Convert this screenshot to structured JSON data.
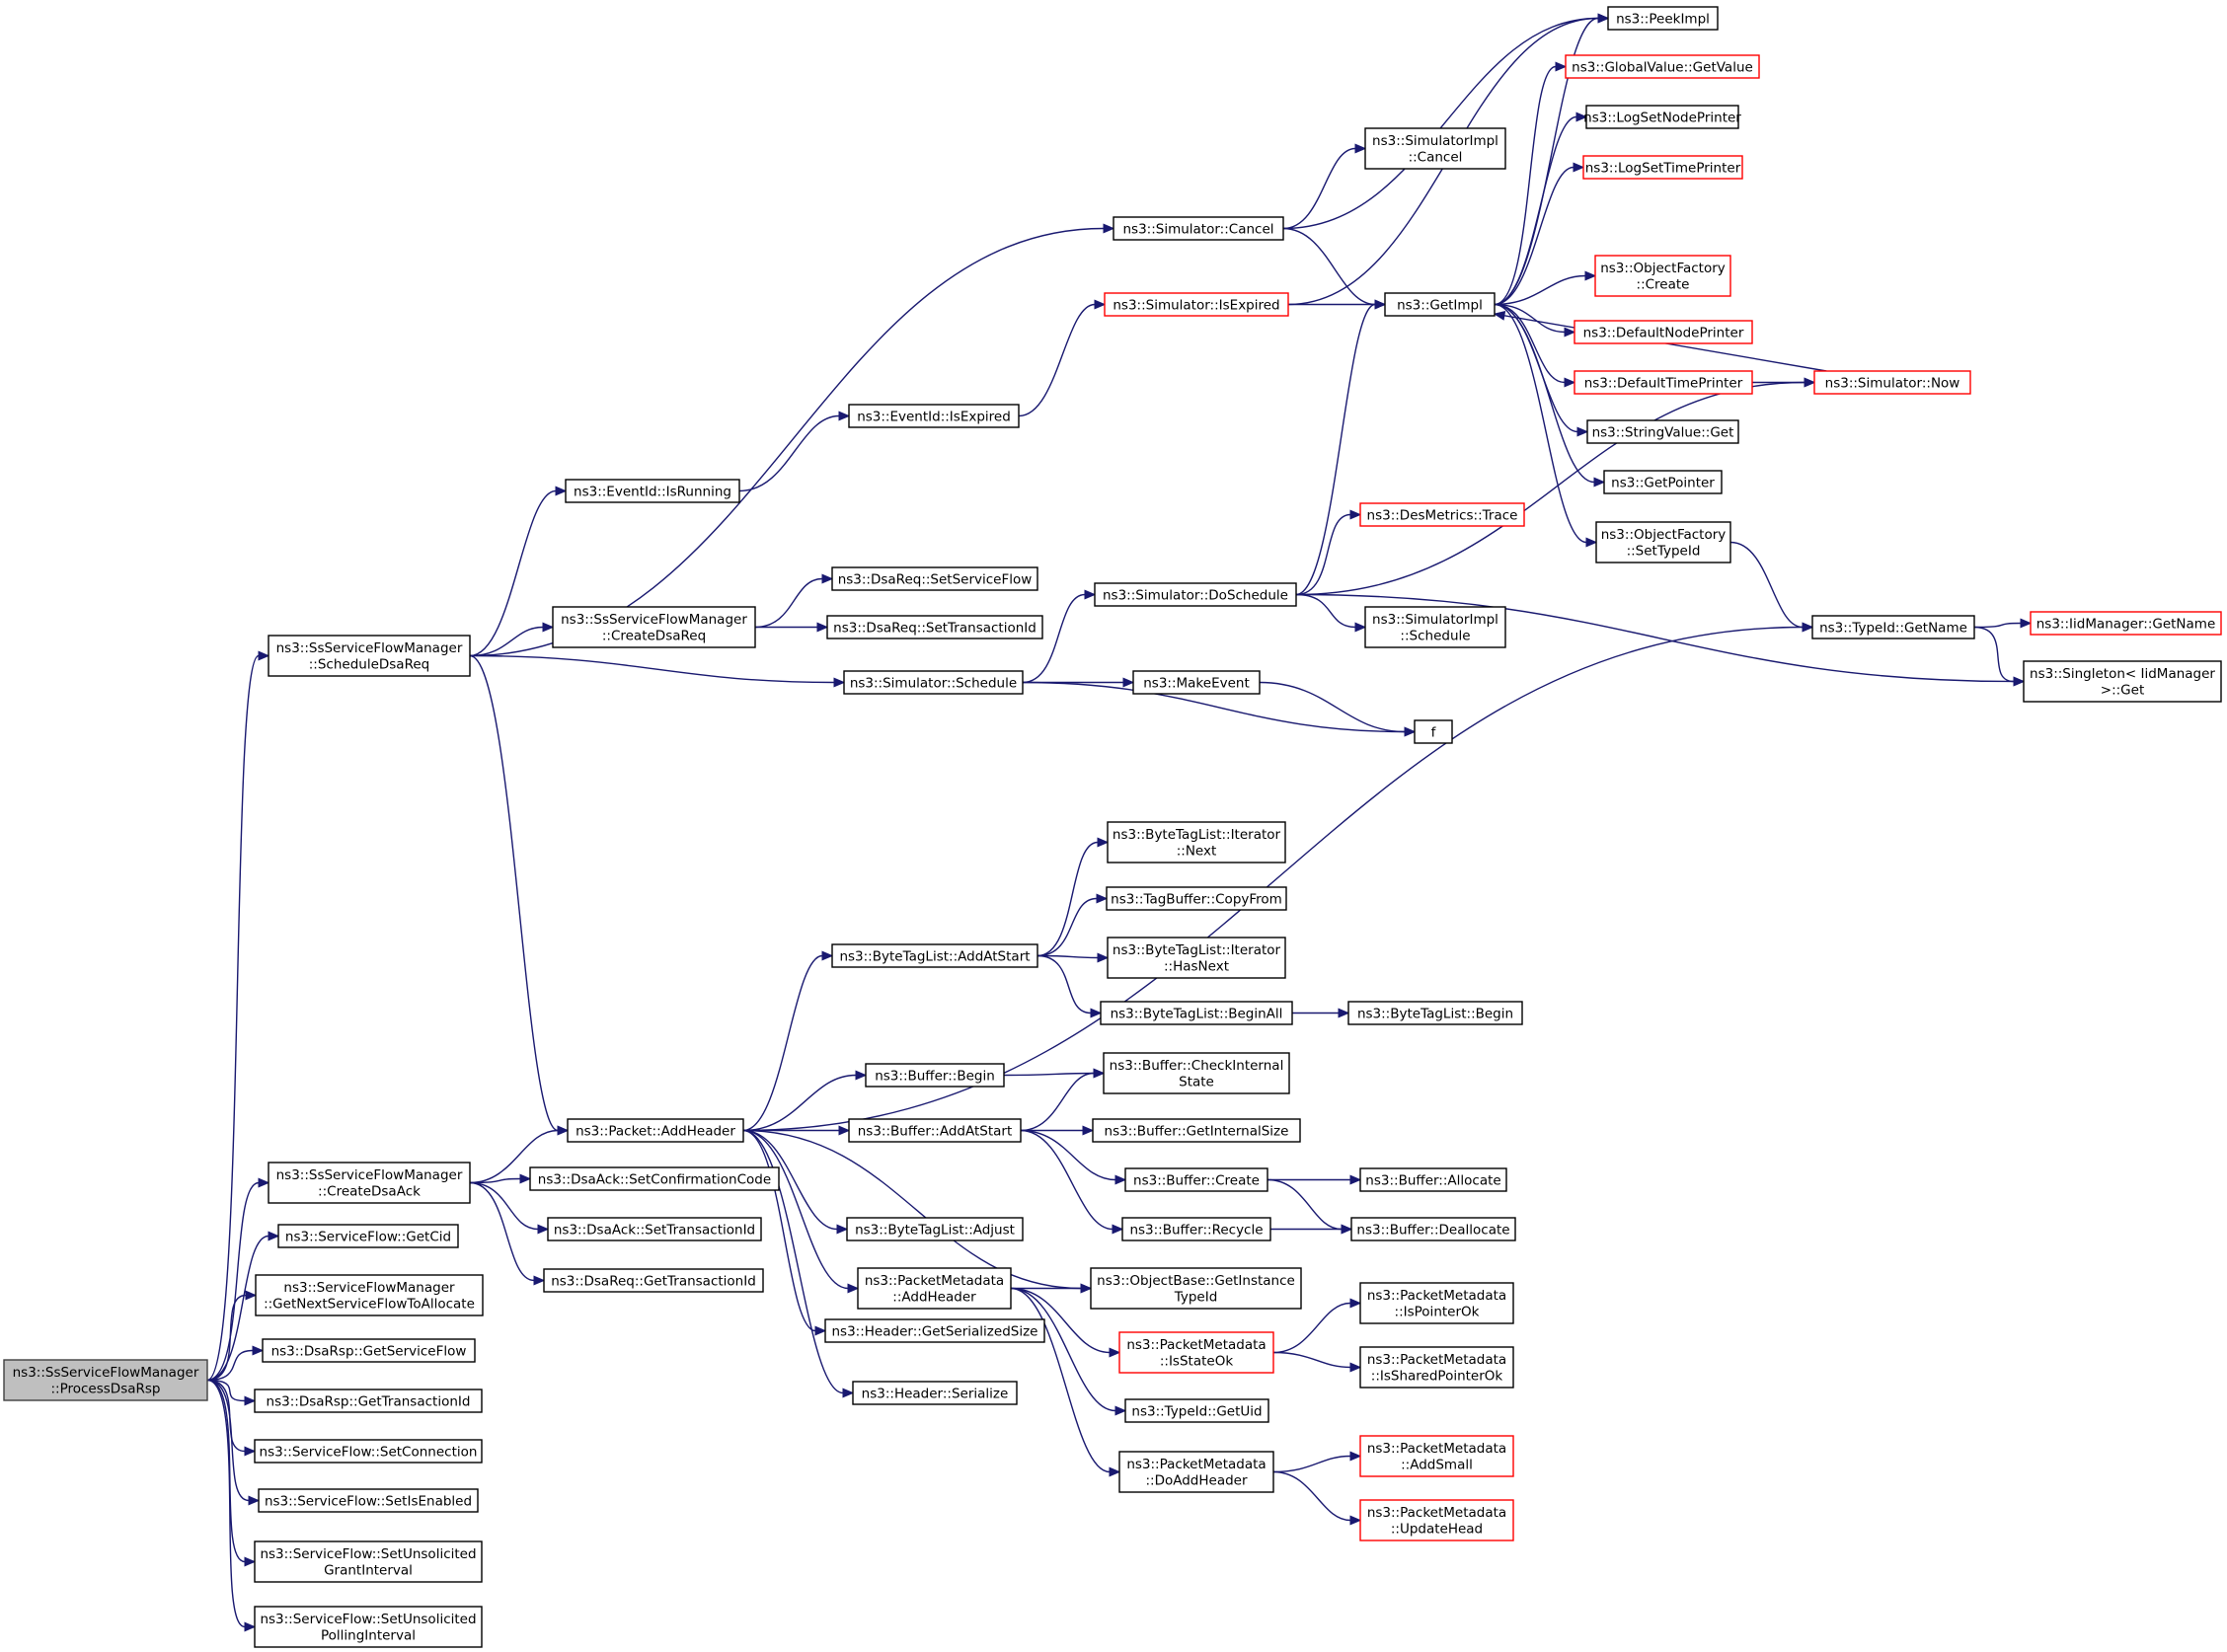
{
  "nodes": [
    {
      "id": "root",
      "lines": [
        "ns3::SsServiceFlowManager",
        "::ProcessDsaRsp"
      ],
      "style": "root"
    },
    {
      "id": "scheduleDsaReq",
      "lines": [
        "ns3::SsServiceFlowManager",
        "::ScheduleDsaReq"
      ],
      "style": "normal"
    },
    {
      "id": "createDsaAck",
      "lines": [
        "ns3::SsServiceFlowManager",
        "::CreateDsaAck"
      ],
      "style": "normal"
    },
    {
      "id": "sfGetCid",
      "lines": [
        "ns3::ServiceFlow::GetCid"
      ],
      "style": "normal"
    },
    {
      "id": "sfmGetNext",
      "lines": [
        "ns3::ServiceFlowManager",
        "::GetNextServiceFlowToAllocate"
      ],
      "style": "normal"
    },
    {
      "id": "dsaRspGetSF",
      "lines": [
        "ns3::DsaRsp::GetServiceFlow"
      ],
      "style": "normal"
    },
    {
      "id": "dsaRspGetTID",
      "lines": [
        "ns3::DsaRsp::GetTransactionId"
      ],
      "style": "normal"
    },
    {
      "id": "sfSetConn",
      "lines": [
        "ns3::ServiceFlow::SetConnection"
      ],
      "style": "normal"
    },
    {
      "id": "sfSetEnabled",
      "lines": [
        "ns3::ServiceFlow::SetIsEnabled"
      ],
      "style": "normal"
    },
    {
      "id": "sfSetUGI",
      "lines": [
        "ns3::ServiceFlow::SetUnsolicited",
        "GrantInterval"
      ],
      "style": "normal"
    },
    {
      "id": "sfSetUPI",
      "lines": [
        "ns3::ServiceFlow::SetUnsolicited",
        "PollingInterval"
      ],
      "style": "normal"
    },
    {
      "id": "simCancel",
      "lines": [
        "ns3::Simulator::Cancel"
      ],
      "style": "normal"
    },
    {
      "id": "eidIsRunning",
      "lines": [
        "ns3::EventId::IsRunning"
      ],
      "style": "normal"
    },
    {
      "id": "createDsaReq",
      "lines": [
        "ns3::SsServiceFlowManager",
        "::CreateDsaReq"
      ],
      "style": "normal"
    },
    {
      "id": "simSchedule",
      "lines": [
        "ns3::Simulator::Schedule"
      ],
      "style": "normal"
    },
    {
      "id": "pktAddHeader",
      "lines": [
        "ns3::Packet::AddHeader"
      ],
      "style": "normal"
    },
    {
      "id": "dsaAckSetConf",
      "lines": [
        "ns3::DsaAck::SetConfirmationCode"
      ],
      "style": "normal"
    },
    {
      "id": "dsaAckSetTID",
      "lines": [
        "ns3::DsaAck::SetTransactionId"
      ],
      "style": "normal"
    },
    {
      "id": "dsaReqGetTID",
      "lines": [
        "ns3::DsaReq::GetTransactionId"
      ],
      "style": "normal"
    },
    {
      "id": "simImplCancel",
      "lines": [
        "ns3::SimulatorImpl",
        "::Cancel"
      ],
      "style": "normal"
    },
    {
      "id": "peekImpl",
      "lines": [
        "ns3::PeekImpl"
      ],
      "style": "normal"
    },
    {
      "id": "getImpl",
      "lines": [
        "ns3::GetImpl"
      ],
      "style": "normal"
    },
    {
      "id": "simIsExpired",
      "lines": [
        "ns3::Simulator::IsExpired"
      ],
      "style": "red"
    },
    {
      "id": "eidIsExpired",
      "lines": [
        "ns3::EventId::IsExpired"
      ],
      "style": "normal"
    },
    {
      "id": "dsaReqSetSF",
      "lines": [
        "ns3::DsaReq::SetServiceFlow"
      ],
      "style": "normal"
    },
    {
      "id": "dsaReqSetTID",
      "lines": [
        "ns3::DsaReq::SetTransactionId"
      ],
      "style": "normal"
    },
    {
      "id": "simDoSchedule",
      "lines": [
        "ns3::Simulator::DoSchedule"
      ],
      "style": "normal"
    },
    {
      "id": "makeEvent",
      "lines": [
        "ns3::MakeEvent"
      ],
      "style": "normal"
    },
    {
      "id": "f",
      "lines": [
        "f"
      ],
      "style": "normal"
    },
    {
      "id": "gvGetValue",
      "lines": [
        "ns3::GlobalValue::GetValue"
      ],
      "style": "red"
    },
    {
      "id": "logSetNode",
      "lines": [
        "ns3::LogSetNodePrinter"
      ],
      "style": "normal"
    },
    {
      "id": "logSetTime",
      "lines": [
        "ns3::LogSetTimePrinter"
      ],
      "style": "red"
    },
    {
      "id": "ofCreate",
      "lines": [
        "ns3::ObjectFactory",
        "::Create"
      ],
      "style": "red"
    },
    {
      "id": "defNode",
      "lines": [
        "ns3::DefaultNodePrinter"
      ],
      "style": "red"
    },
    {
      "id": "defTime",
      "lines": [
        "ns3::DefaultTimePrinter"
      ],
      "style": "red"
    },
    {
      "id": "strGet",
      "lines": [
        "ns3::StringValue::Get"
      ],
      "style": "normal"
    },
    {
      "id": "getPointer",
      "lines": [
        "ns3::GetPointer"
      ],
      "style": "normal"
    },
    {
      "id": "ofSetTypeId",
      "lines": [
        "ns3::ObjectFactory",
        "::SetTypeId"
      ],
      "style": "normal"
    },
    {
      "id": "simNow",
      "lines": [
        "ns3::Simulator::Now"
      ],
      "style": "red"
    },
    {
      "id": "desTrace",
      "lines": [
        "ns3::DesMetrics::Trace"
      ],
      "style": "red"
    },
    {
      "id": "simImplSchedule",
      "lines": [
        "ns3::SimulatorImpl",
        "::Schedule"
      ],
      "style": "normal"
    },
    {
      "id": "tidGetName",
      "lines": [
        "ns3::TypeId::GetName"
      ],
      "style": "normal"
    },
    {
      "id": "iidGetName",
      "lines": [
        "ns3::IidManager::GetName"
      ],
      "style": "red"
    },
    {
      "id": "singletonGet",
      "lines": [
        "ns3::Singleton< IidManager",
        ">::Get"
      ],
      "style": "normal"
    },
    {
      "id": "btlIterNext",
      "lines": [
        "ns3::ByteTagList::Iterator",
        "::Next"
      ],
      "style": "normal"
    },
    {
      "id": "tbCopyFrom",
      "lines": [
        "ns3::TagBuffer::CopyFrom"
      ],
      "style": "normal"
    },
    {
      "id": "btlAddAtStart",
      "lines": [
        "ns3::ByteTagList::AddAtStart"
      ],
      "style": "normal"
    },
    {
      "id": "btlIterHasNext",
      "lines": [
        "ns3::ByteTagList::Iterator",
        "::HasNext"
      ],
      "style": "normal"
    },
    {
      "id": "btlBeginAll",
      "lines": [
        "ns3::ByteTagList::BeginAll"
      ],
      "style": "normal"
    },
    {
      "id": "btlBegin",
      "lines": [
        "ns3::ByteTagList::Begin"
      ],
      "style": "normal"
    },
    {
      "id": "bufBegin",
      "lines": [
        "ns3::Buffer::Begin"
      ],
      "style": "normal"
    },
    {
      "id": "bufCheckInternal",
      "lines": [
        "ns3::Buffer::CheckInternal",
        "State"
      ],
      "style": "normal"
    },
    {
      "id": "bufAddAtStart",
      "lines": [
        "ns3::Buffer::AddAtStart"
      ],
      "style": "normal"
    },
    {
      "id": "bufGetInternalSize",
      "lines": [
        "ns3::Buffer::GetInternalSize"
      ],
      "style": "normal"
    },
    {
      "id": "bufCreate",
      "lines": [
        "ns3::Buffer::Create"
      ],
      "style": "normal"
    },
    {
      "id": "bufAllocate",
      "lines": [
        "ns3::Buffer::Allocate"
      ],
      "style": "normal"
    },
    {
      "id": "bufRecycle",
      "lines": [
        "ns3::Buffer::Recycle"
      ],
      "style": "normal"
    },
    {
      "id": "bufDeallocate",
      "lines": [
        "ns3::Buffer::Deallocate"
      ],
      "style": "normal"
    },
    {
      "id": "btlAdjust",
      "lines": [
        "ns3::ByteTagList::Adjust"
      ],
      "style": "normal"
    },
    {
      "id": "pmAddHeader",
      "lines": [
        "ns3::PacketMetadata",
        "::AddHeader"
      ],
      "style": "normal"
    },
    {
      "id": "obGetInstTid",
      "lines": [
        "ns3::ObjectBase::GetInstance",
        "TypeId"
      ],
      "style": "normal"
    },
    {
      "id": "hdrGetSerSize",
      "lines": [
        "ns3::Header::GetSerializedSize"
      ],
      "style": "normal"
    },
    {
      "id": "hdrSerialize",
      "lines": [
        "ns3::Header::Serialize"
      ],
      "style": "normal"
    },
    {
      "id": "pmIsStateOk",
      "lines": [
        "ns3::PacketMetadata",
        "::IsStateOk"
      ],
      "style": "red"
    },
    {
      "id": "pmIsPointerOk",
      "lines": [
        "ns3::PacketMetadata",
        "::IsPointerOk"
      ],
      "style": "normal"
    },
    {
      "id": "pmIsSharedPtrOk",
      "lines": [
        "ns3::PacketMetadata",
        "::IsSharedPointerOk"
      ],
      "style": "normal"
    },
    {
      "id": "tidGetUid",
      "lines": [
        "ns3::TypeId::GetUid"
      ],
      "style": "normal"
    },
    {
      "id": "pmDoAddHeader",
      "lines": [
        "ns3::PacketMetadata",
        "::DoAddHeader"
      ],
      "style": "normal"
    },
    {
      "id": "pmAddSmall",
      "lines": [
        "ns3::PacketMetadata",
        "::AddSmall"
      ],
      "style": "red"
    },
    {
      "id": "pmUpdateHead",
      "lines": [
        "ns3::PacketMetadata",
        "::UpdateHead"
      ],
      "style": "red"
    }
  ],
  "edges": [
    [
      "root",
      "scheduleDsaReq"
    ],
    [
      "root",
      "createDsaAck"
    ],
    [
      "root",
      "sfGetCid"
    ],
    [
      "root",
      "sfmGetNext"
    ],
    [
      "root",
      "dsaRspGetSF"
    ],
    [
      "root",
      "dsaRspGetTID"
    ],
    [
      "root",
      "sfSetConn"
    ],
    [
      "root",
      "sfSetEnabled"
    ],
    [
      "root",
      "sfSetUGI"
    ],
    [
      "root",
      "sfSetUPI"
    ],
    [
      "scheduleDsaReq",
      "simCancel"
    ],
    [
      "scheduleDsaReq",
      "eidIsRunning"
    ],
    [
      "scheduleDsaReq",
      "createDsaReq"
    ],
    [
      "scheduleDsaReq",
      "simSchedule"
    ],
    [
      "scheduleDsaReq",
      "pktAddHeader"
    ],
    [
      "createDsaAck",
      "pktAddHeader"
    ],
    [
      "createDsaAck",
      "dsaAckSetConf"
    ],
    [
      "createDsaAck",
      "dsaAckSetTID"
    ],
    [
      "createDsaAck",
      "dsaReqGetTID"
    ],
    [
      "simCancel",
      "simImplCancel"
    ],
    [
      "simCancel",
      "peekImpl"
    ],
    [
      "simCancel",
      "getImpl"
    ],
    [
      "eidIsRunning",
      "eidIsExpired"
    ],
    [
      "eidIsExpired",
      "simIsExpired"
    ],
    [
      "simIsExpired",
      "getImpl"
    ],
    [
      "simIsExpired",
      "peekImpl"
    ],
    [
      "createDsaReq",
      "dsaReqSetSF"
    ],
    [
      "createDsaReq",
      "dsaReqSetTID"
    ],
    [
      "simSchedule",
      "simDoSchedule"
    ],
    [
      "simSchedule",
      "makeEvent"
    ],
    [
      "simSchedule",
      "f"
    ],
    [
      "makeEvent",
      "f"
    ],
    [
      "simDoSchedule",
      "getImpl"
    ],
    [
      "simDoSchedule",
      "desTrace"
    ],
    [
      "simDoSchedule",
      "simImplSchedule"
    ],
    [
      "simDoSchedule",
      "simNow"
    ],
    [
      "simDoSchedule",
      "singletonGet"
    ],
    [
      "getImpl",
      "peekImpl"
    ],
    [
      "getImpl",
      "gvGetValue"
    ],
    [
      "getImpl",
      "logSetNode"
    ],
    [
      "getImpl",
      "logSetTime"
    ],
    [
      "getImpl",
      "ofCreate"
    ],
    [
      "getImpl",
      "defNode"
    ],
    [
      "getImpl",
      "defTime"
    ],
    [
      "getImpl",
      "strGet"
    ],
    [
      "getImpl",
      "getPointer"
    ],
    [
      "getImpl",
      "ofSetTypeId"
    ],
    [
      "defTime",
      "simNow"
    ],
    [
      "simNow",
      "getImpl"
    ],
    [
      "ofSetTypeId",
      "tidGetName"
    ],
    [
      "tidGetName",
      "iidGetName"
    ],
    [
      "tidGetName",
      "singletonGet"
    ],
    [
      "pktAddHeader",
      "tidGetName"
    ],
    [
      "pktAddHeader",
      "btlAddAtStart"
    ],
    [
      "pktAddHeader",
      "bufBegin"
    ],
    [
      "pktAddHeader",
      "bufAddAtStart"
    ],
    [
      "pktAddHeader",
      "btlAdjust"
    ],
    [
      "pktAddHeader",
      "pmAddHeader"
    ],
    [
      "pktAddHeader",
      "obGetInstTid"
    ],
    [
      "pktAddHeader",
      "hdrGetSerSize"
    ],
    [
      "pktAddHeader",
      "hdrSerialize"
    ],
    [
      "btlAddAtStart",
      "btlIterNext"
    ],
    [
      "btlAddAtStart",
      "tbCopyFrom"
    ],
    [
      "btlAddAtStart",
      "btlIterHasNext"
    ],
    [
      "btlAddAtStart",
      "btlBeginAll"
    ],
    [
      "btlBeginAll",
      "btlBegin"
    ],
    [
      "bufBegin",
      "bufCheckInternal"
    ],
    [
      "bufAddAtStart",
      "bufCheckInternal"
    ],
    [
      "bufAddAtStart",
      "bufGetInternalSize"
    ],
    [
      "bufAddAtStart",
      "bufCreate"
    ],
    [
      "bufAddAtStart",
      "bufRecycle"
    ],
    [
      "bufCreate",
      "bufAllocate"
    ],
    [
      "bufCreate",
      "bufDeallocate"
    ],
    [
      "bufRecycle",
      "bufDeallocate"
    ],
    [
      "pmAddHeader",
      "obGetInstTid"
    ],
    [
      "pmAddHeader",
      "pmIsStateOk"
    ],
    [
      "pmAddHeader",
      "tidGetUid"
    ],
    [
      "pmAddHeader",
      "pmDoAddHeader"
    ],
    [
      "pmIsStateOk",
      "pmIsPointerOk"
    ],
    [
      "pmIsStateOk",
      "pmIsSharedPtrOk"
    ],
    [
      "pmDoAddHeader",
      "pmAddSmall"
    ],
    [
      "pmDoAddHeader",
      "pmUpdateHead"
    ]
  ]
}
